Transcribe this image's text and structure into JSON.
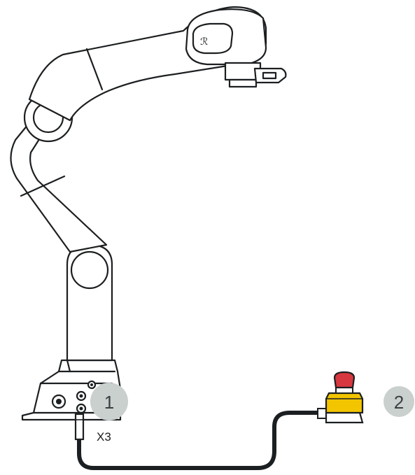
{
  "callouts": [
    {
      "id": "1",
      "label": "1"
    },
    {
      "id": "2",
      "label": "2"
    }
  ],
  "connector": {
    "label": "X3"
  },
  "colors": {
    "outline": "#1c1f21",
    "cable": "#1c1f21",
    "callout_bg": "#c9d0ce",
    "callout_text": "#3a3f42",
    "estop_button": "#d7373f",
    "estop_housing": "#f2c500",
    "estop_base": "#ffffff"
  },
  "icons": {
    "robot": "robot-arm-icon",
    "estop": "emergency-stop-icon",
    "logo": "robot-logo-icon"
  }
}
